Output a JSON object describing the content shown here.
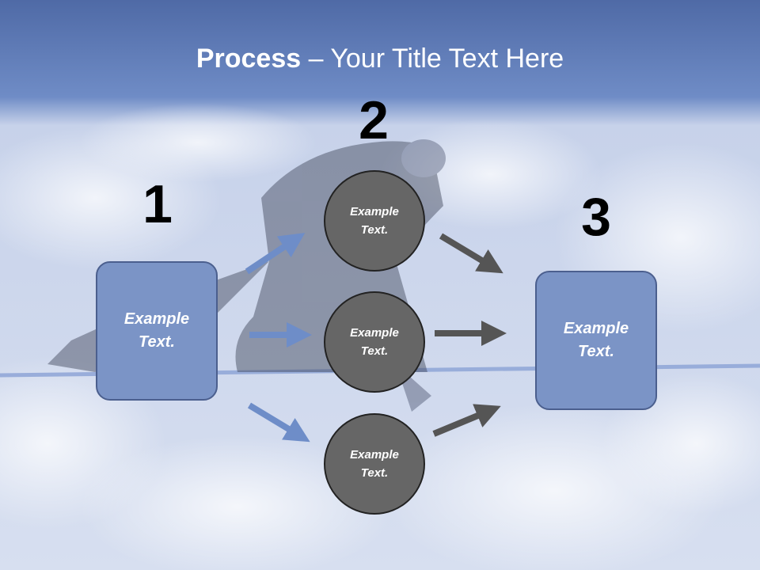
{
  "title": {
    "bold": "Process",
    "rest": " – Your Title Text Here"
  },
  "steps": [
    {
      "number": "1",
      "box_text": "Example Text."
    },
    {
      "number": "2",
      "circles": [
        "Example Text.",
        "Example Text.",
        "Example Text."
      ]
    },
    {
      "number": "3",
      "box_text": "Example Text."
    }
  ],
  "colors": {
    "title_bar": "#5b77b2",
    "box_fill": "#7b94c6",
    "box_border": "#4b5f8e",
    "circle_fill": "#666666",
    "blue_arrow": "#6e8dc8",
    "gray_arrow": "#555555"
  }
}
